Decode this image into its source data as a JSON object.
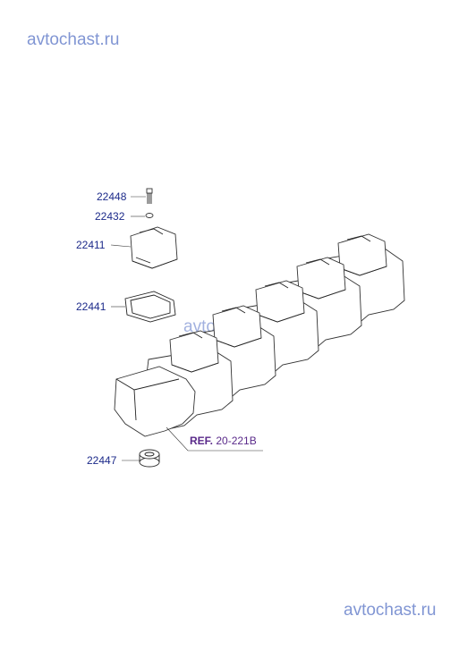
{
  "watermarks": [
    "avtochast.ru",
    "avtochast.ru",
    "avtochast.ru"
  ],
  "parts": [
    {
      "id": "p1",
      "number": "22448"
    },
    {
      "id": "p2",
      "number": "22432"
    },
    {
      "id": "p3",
      "number": "22411"
    },
    {
      "id": "p4",
      "number": "22441"
    },
    {
      "id": "p5",
      "number": "22447"
    }
  ],
  "reference": {
    "prefix": "REF.",
    "code": "20-221B"
  },
  "colors": {
    "part_label": "#1c2a8a",
    "reference": "#5a2a8a",
    "watermark": "#1a3fb0"
  }
}
